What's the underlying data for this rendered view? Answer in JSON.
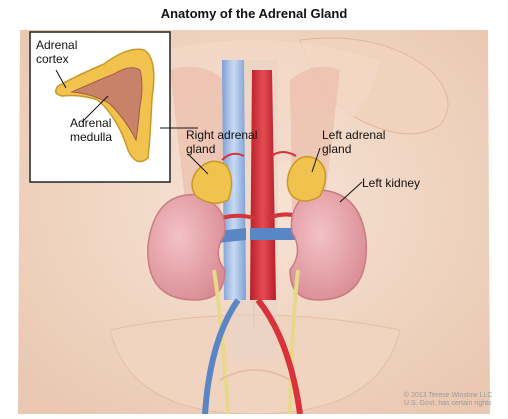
{
  "title": "Anatomy of the Adrenal Gland",
  "labels": {
    "adrenal_cortex_1": "Adrenal",
    "adrenal_cortex_2": "cortex",
    "adrenal_medulla_1": "Adrenal",
    "adrenal_medulla_2": "medulla",
    "right_adrenal_1": "Right adrenal",
    "right_adrenal_2": "gland",
    "left_adrenal_1": "Left adrenal",
    "left_adrenal_2": "gland",
    "left_kidney": "Left kidney"
  },
  "credit": {
    "line1": "© 2013 Terese Winslow LLC",
    "line2": "U.S. Govt. has certain rights"
  },
  "colors": {
    "skin": "#f2d8c4",
    "kidney": "#e6a0a6",
    "adrenal": "#f2c24e",
    "vein": "#5b86c6",
    "artery": "#d8323a",
    "ureter": "#e7d98a"
  }
}
